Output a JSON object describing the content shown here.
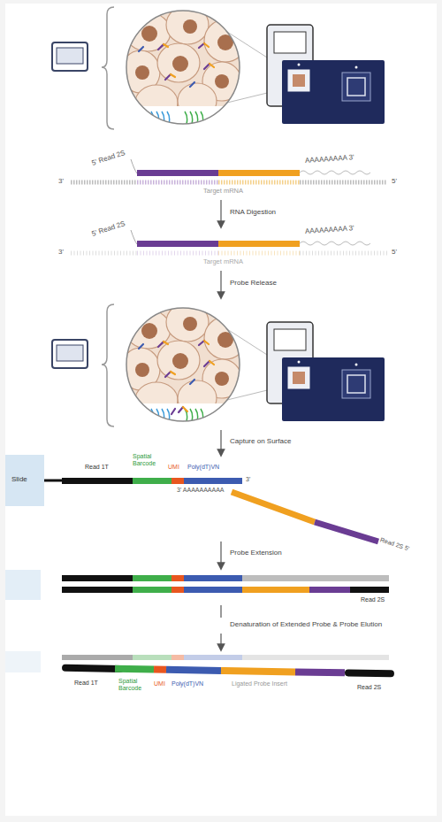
{
  "diagram": {
    "labels": [
      "5' Read 2S",
      "AAAAAAAAA 3'",
      "3'",
      "5'",
      "Target mRNA",
      "RNA Digestion",
      "5' Read 2S",
      "AAAAAAAAA 3'",
      "3'",
      "5'",
      "Target mRNA",
      "Probe Release",
      "Capture on Surface",
      "Slide",
      "Read 1T",
      "Spatial Barcode",
      "UMI",
      "Poly(dT)VN",
      "3'",
      "3' AAAAAAAAAA",
      "Read 2S 5'",
      "Probe Extension",
      "Read 2S",
      "Denaturation of Extended Probe & Probe Elution",
      "Read 1T",
      "Spatial Barcode",
      "UMI",
      "Poly(dT)VN",
      "Ligated Probe Insert",
      "Read 2S"
    ]
  }
}
